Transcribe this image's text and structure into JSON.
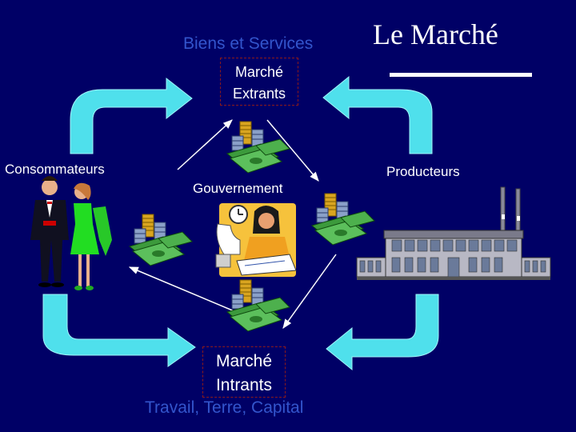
{
  "title": "Le Marché",
  "top_flow_label": "Biens et Services",
  "output_market": {
    "line1": "Marché",
    "line2": "Extrants"
  },
  "consumers_label": "Consommateurs",
  "producers_label": "Producteurs",
  "government_label": "Gouvernement",
  "input_market": {
    "line1": "Marché",
    "line2": "Intrants"
  },
  "bottom_flow_label": "Travail, Terre, Capital",
  "colors": {
    "background": "#000066",
    "flow_arrows": "#4fe0ec",
    "flow_label_text": "#3355cc",
    "market_box_border": "#8b1a1a",
    "text": "#ffffff"
  },
  "icons": [
    "consumers-couple-icon",
    "factory-icon",
    "government-clerk-icon",
    "money-icon"
  ]
}
